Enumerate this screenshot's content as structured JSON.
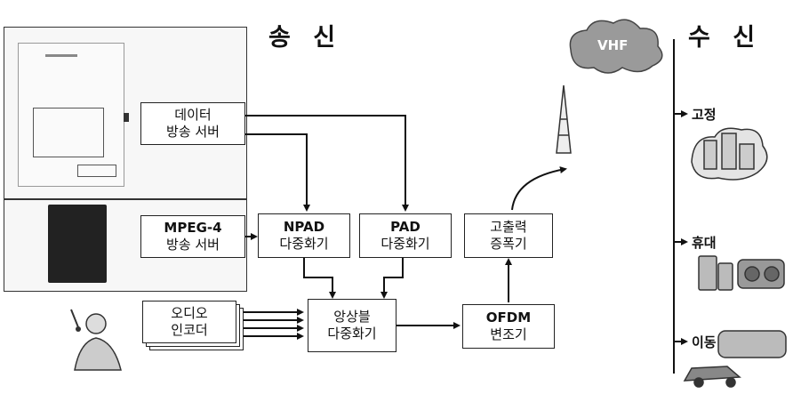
{
  "titles": {
    "transmit": "송 신",
    "receive": "수 신"
  },
  "cloud_label": "VHF",
  "boxes": {
    "data_server": {
      "line1": "데이터",
      "line2": "방송 서버"
    },
    "mpeg4_server": {
      "line1": "MPEG-4",
      "line2": "방송 서버"
    },
    "npad": {
      "line1": "NPAD",
      "line2": "다중화기"
    },
    "pad": {
      "line1": "PAD",
      "line2": "다중화기"
    },
    "amplifier": {
      "line1": "고출력",
      "line2": "증폭기"
    },
    "audio_encoder": {
      "line1": "오디오",
      "line2": "인코더"
    },
    "ensemble_mux": {
      "line1": "앙상블",
      "line2": "다중화기"
    },
    "ofdm": {
      "line1": "OFDM",
      "line2": "변조기"
    }
  },
  "receivers": [
    "고정",
    "휴대",
    "이동"
  ]
}
